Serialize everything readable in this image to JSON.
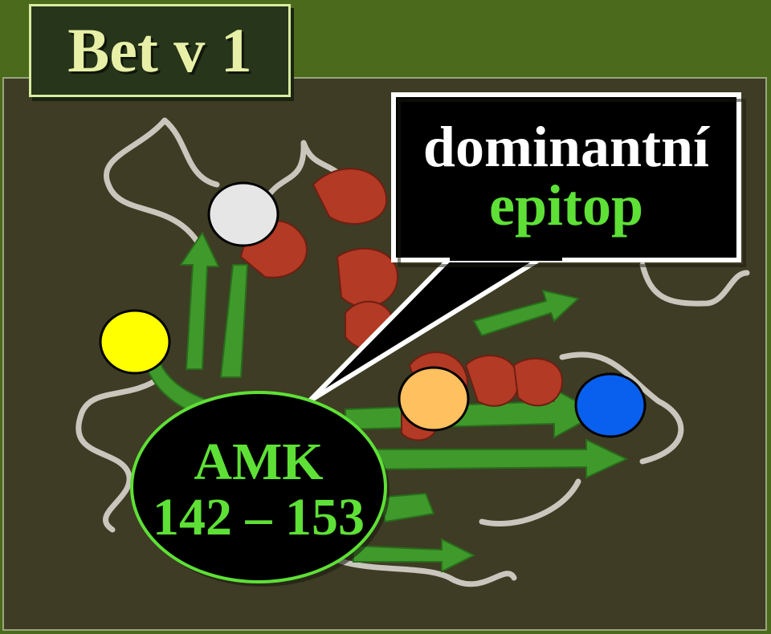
{
  "title": "Bet v 1",
  "callout": {
    "line1": "dominantní",
    "line2": "epitop"
  },
  "region": {
    "line1": "AMK",
    "line2": "142 – 153"
  },
  "colors": {
    "background": "#4b6a1c",
    "panel": "#3e3c24",
    "helix": "#b33a25",
    "sheet": "#3f9a2b",
    "loop": "#c9c7bd",
    "accent_green": "#5ee036",
    "marker_white": "#e6e6e6",
    "marker_yellow": "#ffff00",
    "marker_orange": "#ffc060",
    "marker_blue": "#0a60ee"
  },
  "markers": [
    {
      "name": "white-epitope-marker",
      "color": "#e6e6e6"
    },
    {
      "name": "yellow-epitope-marker",
      "color": "#ffff00"
    },
    {
      "name": "orange-epitope-marker",
      "color": "#ffc060"
    },
    {
      "name": "blue-epitope-marker",
      "color": "#0a60ee"
    }
  ]
}
